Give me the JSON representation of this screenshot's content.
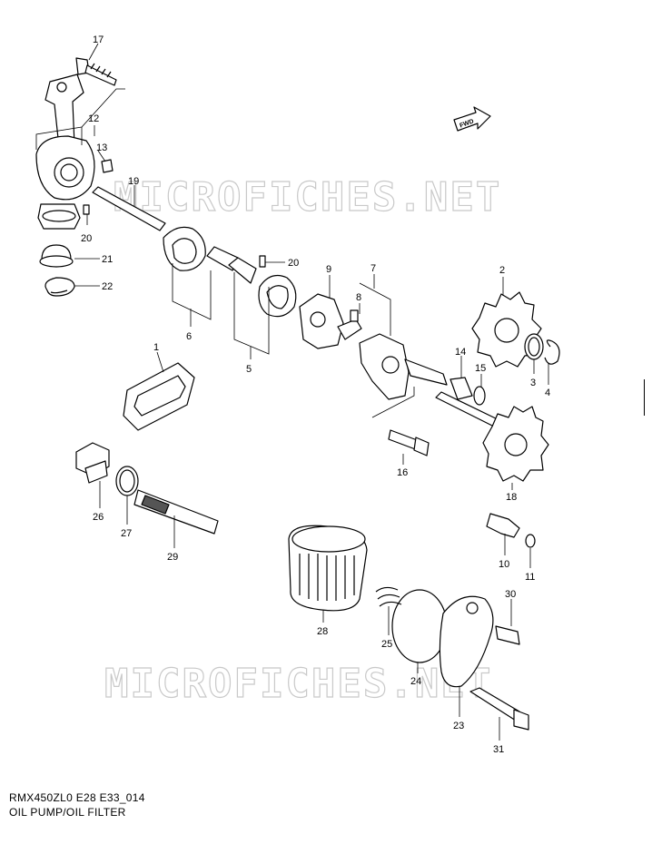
{
  "watermarks": [
    "MICROFICHES.NET",
    "MICROFICHES.NET"
  ],
  "direction_badge": "FWD",
  "parts": [
    "17",
    "12",
    "13",
    "19",
    "20",
    "21",
    "22",
    "20",
    "6",
    "5",
    "9",
    "7",
    "8",
    "2",
    "14",
    "15",
    "3",
    "4",
    "1",
    "16",
    "18",
    "26",
    "27",
    "29",
    "10",
    "11",
    "28",
    "30",
    "25",
    "24",
    "23",
    "31"
  ],
  "footer": {
    "diagram_code": "RMX450ZL0 E28 E33_014",
    "diagram_title": "OIL PUMP/OIL FILTER"
  }
}
